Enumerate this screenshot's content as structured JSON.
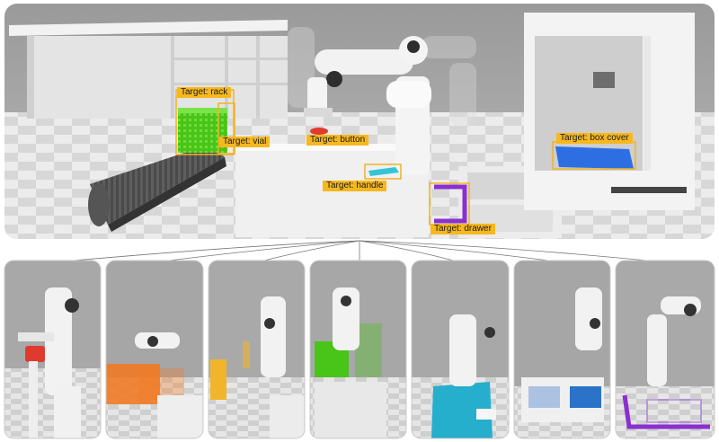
{
  "labels": {
    "rack": "Target: rack",
    "vial": "Target: vial",
    "button": "Target: button",
    "handle": "Target: handle",
    "drawer": "Target: drawer",
    "box_cover": "Target: box cover"
  },
  "colors": {
    "label_bg": "#f6b81e",
    "box_outline": "#f1b323",
    "rack_green": "#49c418",
    "button_red": "#e03a2f",
    "handle_cyan": "#34c4d8",
    "drawer_purple": "#8a2fd0",
    "box_blue": "#2d6fe3",
    "orange_rack": "#f07a25",
    "yellow_rack": "#f0b52a",
    "teal_box": "#26aecd"
  }
}
